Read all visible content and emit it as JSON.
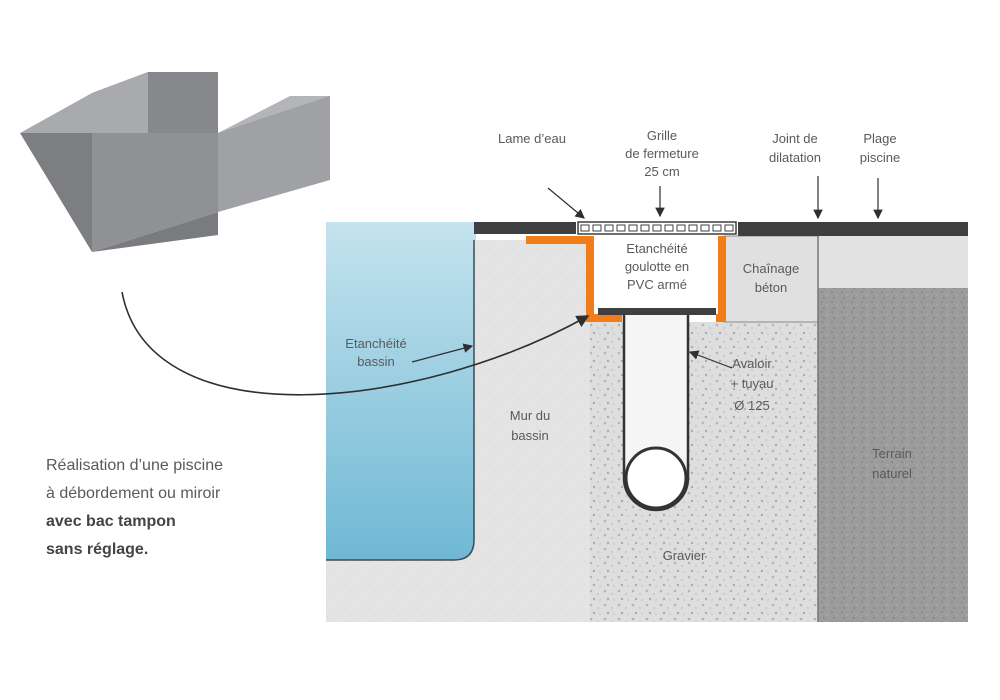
{
  "colors": {
    "water_top": "#c4e3ee",
    "water_bottom": "#6fb8d4",
    "concrete": "#e3e3e3",
    "gravel": "#dcdcdc",
    "terrain": "#9a9a9a",
    "membrane": "#f07d1a",
    "coping": "#3f3f41",
    "profile": "#8e8f92",
    "arrow": "#2f2f2f",
    "text": "#5a5a5a"
  },
  "labels": {
    "lame_eau": "Lame d’eau",
    "grille": [
      "Grille",
      "de fermeture",
      "25 cm"
    ],
    "joint": [
      "Joint de",
      "dilatation"
    ],
    "plage": [
      "Plage",
      "piscine"
    ],
    "etancheite_goulotte": [
      "Etanchéité",
      "goulotte en",
      "PVC armé"
    ],
    "chainage": [
      "Chaînage",
      "béton"
    ],
    "etancheite_bassin": [
      "Etanchéité",
      "bassin"
    ],
    "avaloir": [
      "Avaloir",
      "+ tuyau",
      "Ø 125"
    ],
    "mur": [
      "Mur du",
      "bassin"
    ],
    "terrain": [
      "Terrain",
      "naturel"
    ],
    "gravier": "Gravier"
  },
  "caption": {
    "line1": "Réalisation d’une piscine",
    "line2": "à débordement ou miroir",
    "line3": "avec bac tampon",
    "line4": "sans réglage."
  },
  "icons": {
    "profile": "z-profile-gutter-icon"
  }
}
